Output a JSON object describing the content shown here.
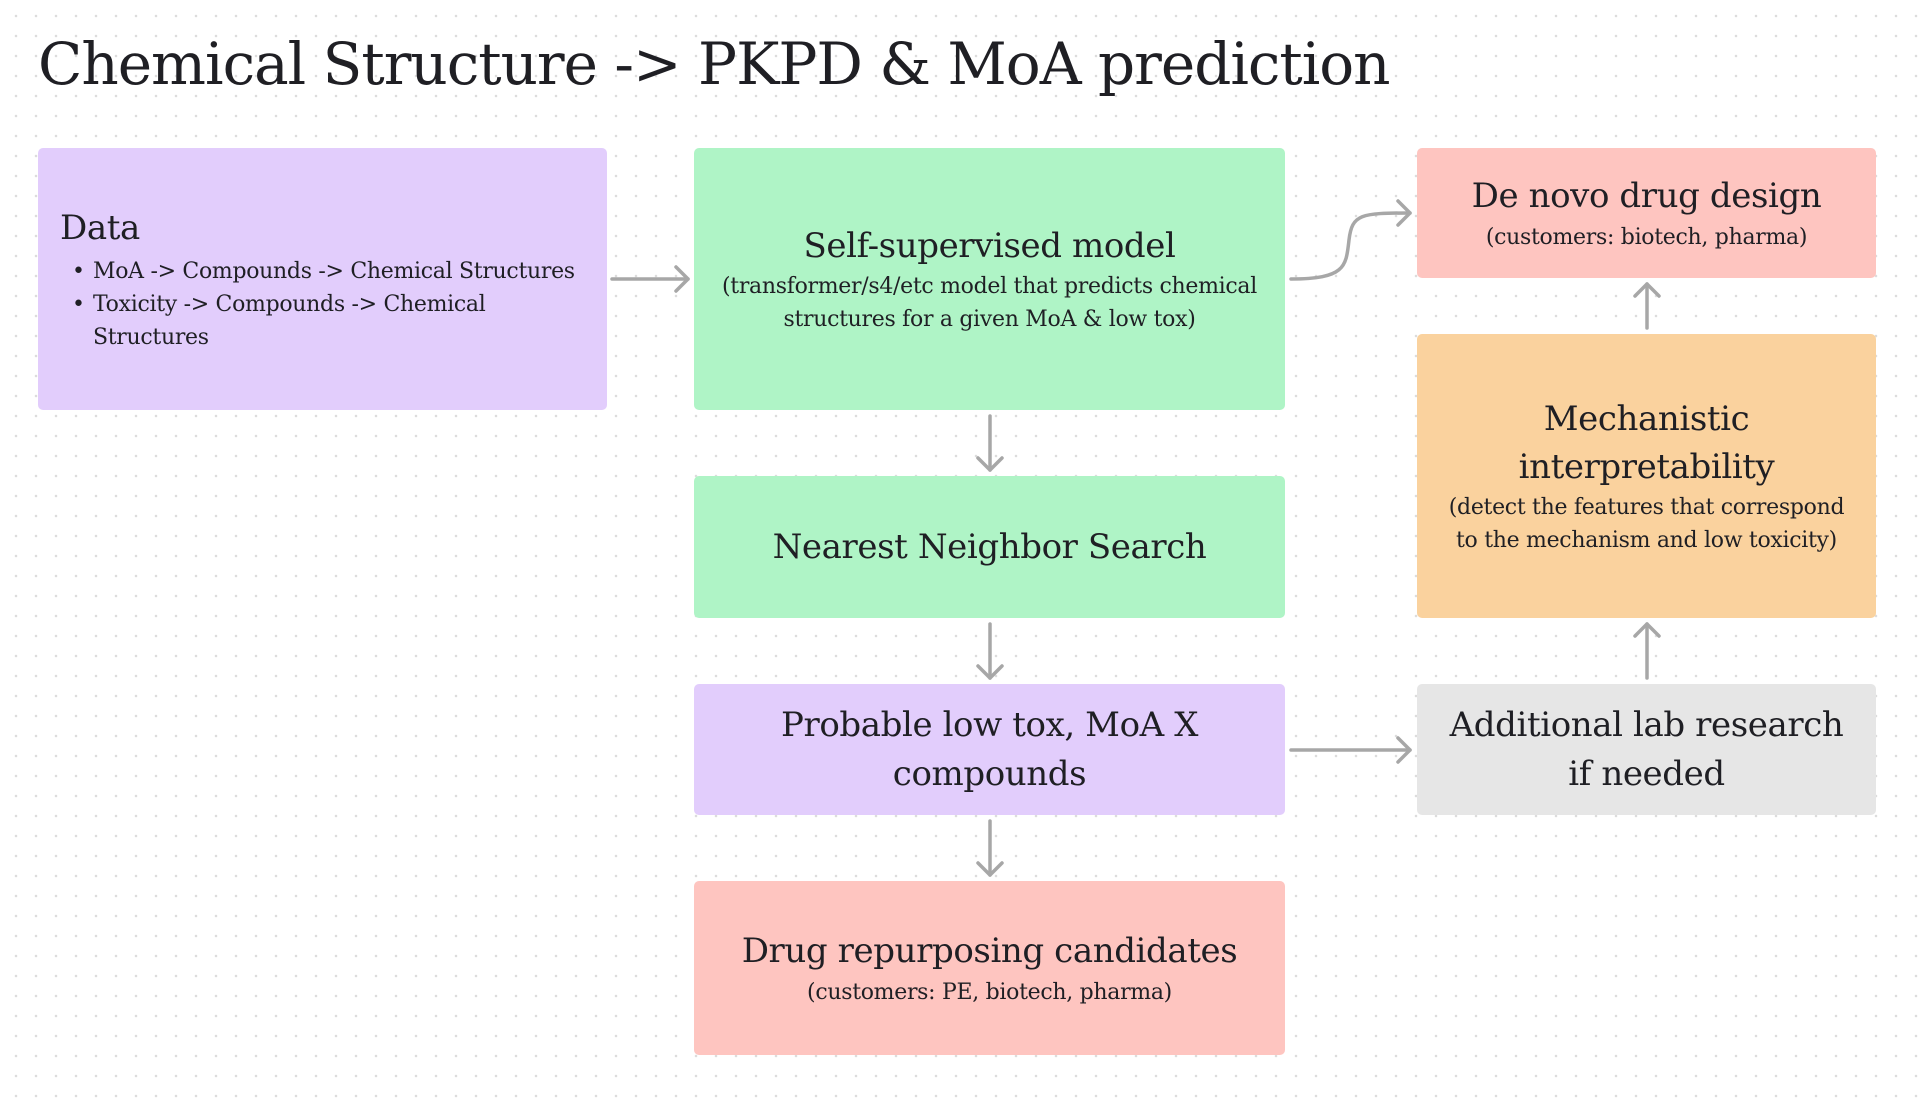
{
  "title": "Chemical Structure -> PKPD & MoA prediction",
  "nodes": {
    "data": {
      "heading": "Data",
      "items": [
        "MoA -> Compounds -> Chemical Structures",
        "Toxicity -> Compounds -> Chemical Structures"
      ]
    },
    "model": {
      "heading": "Self-supervised model",
      "subtext": "(transformer/s4/etc model that predicts chemical structures for a given MoA & low tox)"
    },
    "nns": {
      "heading": "Nearest Neighbor Search"
    },
    "compounds": {
      "heading": "Probable low tox, MoA X compounds"
    },
    "repurposing": {
      "heading": "Drug repurposing candidates",
      "subtext": "(customers: PE, biotech, pharma)"
    },
    "denovo": {
      "heading": "De novo drug design",
      "subtext": "(customers: biotech, pharma)"
    },
    "interp": {
      "heading": "Mechanistic interpretability",
      "subtext": "(detect the features that correspond to the mechanism and low toxicity)"
    },
    "lab": {
      "heading": "Additional lab research if needed"
    }
  },
  "colors": {
    "purple": "#e2cdfc",
    "green": "#aff4c6",
    "red": "#fec5c0",
    "orange": "#fad29e",
    "gray": "#e6e6e6",
    "connector": "#a7a7a7"
  }
}
